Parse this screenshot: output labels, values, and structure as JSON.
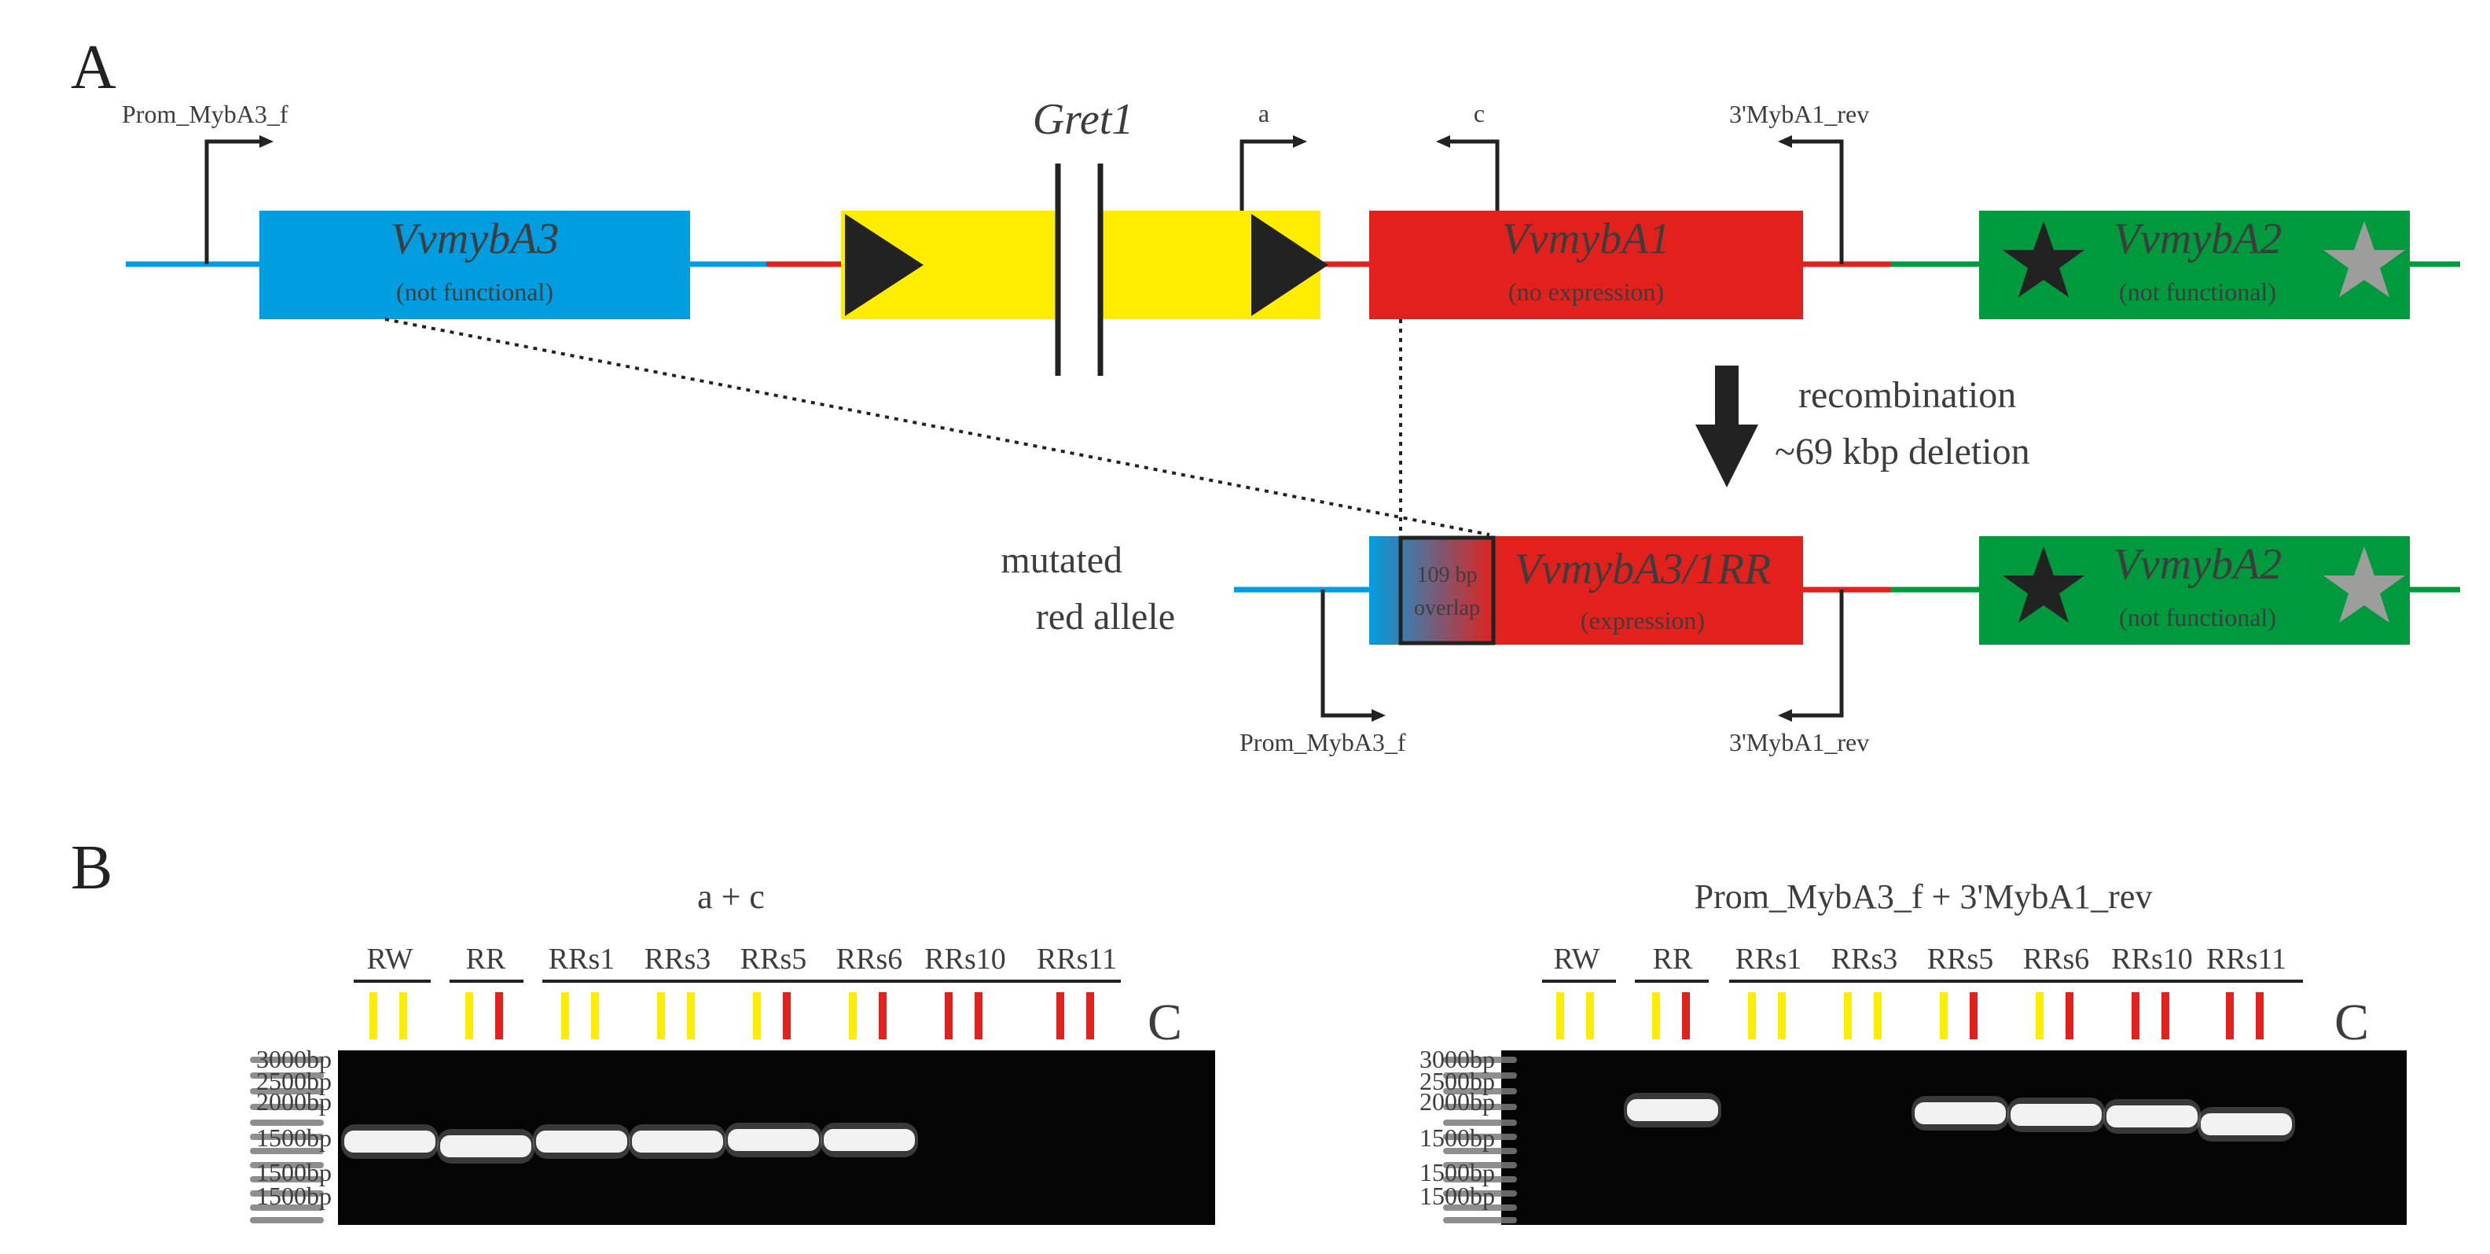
{
  "panelA": {
    "letter": "A",
    "primers": {
      "prom_top": "Prom_MybA3_f",
      "a": "a",
      "c": "c",
      "rev_top": "3'MybA1_rev",
      "prom_bottom": "Prom_MybA3_f",
      "rev_bottom": "3'MybA1_rev"
    },
    "gret1": "Gret1",
    "genes": {
      "mybA3": {
        "name": "VvmybA3",
        "sub": "(not functional)"
      },
      "mybA1": {
        "name": "VvmybA1",
        "sub": "(no expression)"
      },
      "mybA2_top": {
        "name": "VvmybA2",
        "sub": "(not functional)"
      },
      "fusion": {
        "name": "VvmybA3/1RR",
        "sub": "(expression)",
        "overlap1": "109 bp",
        "overlap2": "overlap"
      },
      "mybA2_bottom": {
        "name": "VvmybA2",
        "sub": "(not functional)"
      }
    },
    "recombination": {
      "line1": "recombination",
      "line2": "~69 kbp deletion"
    },
    "mutated": {
      "line1": "mutated",
      "line2": "red allele"
    },
    "colors": {
      "blue": "#009ee0",
      "yellow": "#ffed00",
      "red": "#e2211c",
      "green": "#009a3e",
      "dark": "#222222",
      "grey": "#9d9d9c"
    }
  },
  "panelB": {
    "letter": "B",
    "gel1": {
      "title": "a + c",
      "groups": [
        "RW",
        "RR",
        "RRs1",
        "RRs3",
        "RRs5",
        "RRs6",
        "RRs10",
        "RRs11"
      ],
      "alleles": [
        [
          "yellow",
          "yellow"
        ],
        [
          "yellow",
          "red"
        ],
        [
          "yellow",
          "yellow"
        ],
        [
          "yellow",
          "yellow"
        ],
        [
          "yellow",
          "red"
        ],
        [
          "yellow",
          "red"
        ],
        [
          "red",
          "red"
        ],
        [
          "red",
          "red"
        ]
      ],
      "control": "C",
      "ladder": [
        "3000bp",
        "2500bp",
        "2000bp",
        "1500bp",
        "1500bp",
        "1500bp"
      ],
      "bands": [
        1,
        1,
        1,
        1,
        1,
        1,
        0,
        0
      ]
    },
    "gel2": {
      "title": "Prom_MybA3_f + 3'MybA1_rev",
      "groups": [
        "RW",
        "RR",
        "RRs1",
        "RRs3",
        "RRs5",
        "RRs6",
        "RRs10",
        "RRs11"
      ],
      "alleles": [
        [
          "yellow",
          "yellow"
        ],
        [
          "yellow",
          "red"
        ],
        [
          "yellow",
          "yellow"
        ],
        [
          "yellow",
          "yellow"
        ],
        [
          "yellow",
          "red"
        ],
        [
          "yellow",
          "red"
        ],
        [
          "red",
          "red"
        ],
        [
          "red",
          "red"
        ]
      ],
      "control": "C",
      "ladder": [
        "3000bp",
        "2500bp",
        "2000bp",
        "1500bp",
        "1500bp",
        "1500bp"
      ],
      "bands": [
        0,
        1,
        0,
        0,
        1,
        1,
        1,
        1
      ]
    }
  }
}
